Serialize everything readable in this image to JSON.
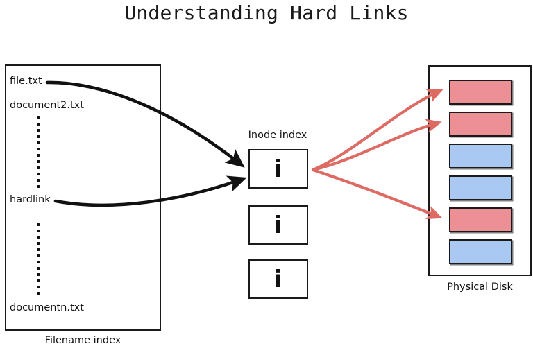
{
  "title": "Understanding Hard Links",
  "colors": {
    "outline": "#1a1a1a",
    "background": "#ffffff",
    "text": "#111111",
    "block_used": "#ed9096",
    "block_free": "#a9c8f2",
    "black_arrow": "#111111",
    "red_arrow": "#dd6b64"
  },
  "filename_index": {
    "caption": "Filename index",
    "entries": [
      {
        "label": "file.txt"
      },
      {
        "label": "document2.txt"
      },
      {
        "label": "hardlink"
      },
      {
        "label": "documentn.txt"
      }
    ],
    "ellipsis_dot_count": 12
  },
  "inode_index": {
    "caption": "Inode index",
    "boxes": [
      {
        "glyph": "i"
      },
      {
        "glyph": "i"
      },
      {
        "glyph": "i"
      }
    ]
  },
  "physical_disk": {
    "caption": "Physical Disk",
    "blocks": [
      {
        "state": "used",
        "color": "#ed9096"
      },
      {
        "state": "used",
        "color": "#ed9096"
      },
      {
        "state": "free",
        "color": "#a9c8f2"
      },
      {
        "state": "free",
        "color": "#a9c8f2"
      },
      {
        "state": "used",
        "color": "#ed9096"
      },
      {
        "state": "free",
        "color": "#a9c8f2"
      }
    ]
  },
  "arrows": {
    "name_to_inode": [
      {
        "from": "file.txt",
        "to": "inode-0"
      },
      {
        "from": "hardlink",
        "to": "inode-0"
      }
    ],
    "inode_to_blocks": [
      {
        "from": "inode-0",
        "to": "block-1"
      },
      {
        "from": "inode-0",
        "to": "block-2"
      },
      {
        "from": "inode-0",
        "to": "block-5"
      }
    ]
  }
}
